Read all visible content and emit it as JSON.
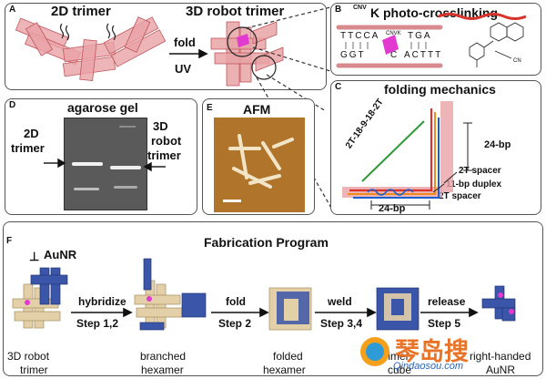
{
  "panel_a": {
    "letter": "A",
    "title_2d": "2D trimer",
    "title_3d": "3D robot trimer",
    "arrow_label_1": "fold",
    "arrow_label_2": "UV"
  },
  "panel_b": {
    "letter": "B",
    "title_sup": "CNV",
    "title_main": "K photo-crosslinking",
    "seq_top": "TTCCA",
    "seq_top_right": "TGA",
    "seq_label": "CNVK",
    "seq_bottom_left": "GGT",
    "seq_mid": "C",
    "seq_bottom_right": "ACTTT",
    "cn_label": "CN"
  },
  "panel_c": {
    "letter": "C",
    "title": "folding mechanics",
    "strand_label": "2T-18-9-18-2T",
    "bp_right": "24-bp",
    "spacer_1": "2T spacer",
    "duplex": "11-bp duplex",
    "spacer_2": "2T spacer",
    "bp_bottom": "24-bp"
  },
  "panel_d": {
    "letter": "D",
    "title": "agarose gel",
    "left_label_1": "2D",
    "left_label_2": "trimer",
    "right_label_1": "3D",
    "right_label_2": "robot",
    "right_label_3": "trimer"
  },
  "panel_e": {
    "letter": "E",
    "title": "AFM"
  },
  "panel_f": {
    "letter": "F",
    "title": "Fabrication Program",
    "aunr_label": "AuNR",
    "step1_top": "hybridize",
    "step1_bottom": "Step 1,2",
    "step2_top": "fold",
    "step2_bottom": "Step 2",
    "step3_top": "weld",
    "step3_bottom": "Step 3,4",
    "step4_top": "release",
    "step4_bottom": "Step 5",
    "labels": [
      {
        "l1": "3D robot",
        "l2": "trimer"
      },
      {
        "l1": "branched",
        "l2": "hexamer"
      },
      {
        "l1": "folded",
        "l2": "hexamer"
      },
      {
        "l1": "trimer",
        "l2": "cube"
      },
      {
        "l1": "right-handed",
        "l2": "AuNR"
      }
    ]
  },
  "watermark": {
    "text_cn": "琴岛搜",
    "url": "Qindaosou.com"
  },
  "colors": {
    "pink_tile": "#e8a3a6",
    "tile_stroke": "#c0575c",
    "blue_tile": "#3b55a8",
    "beige_tile": "#e3cfa8",
    "magenta": "#e23ad0",
    "red_strand": "#d8342c",
    "orange_strand": "#f08a1d",
    "green_strand": "#2f9a3a",
    "blue_strand": "#1d5fc9"
  }
}
